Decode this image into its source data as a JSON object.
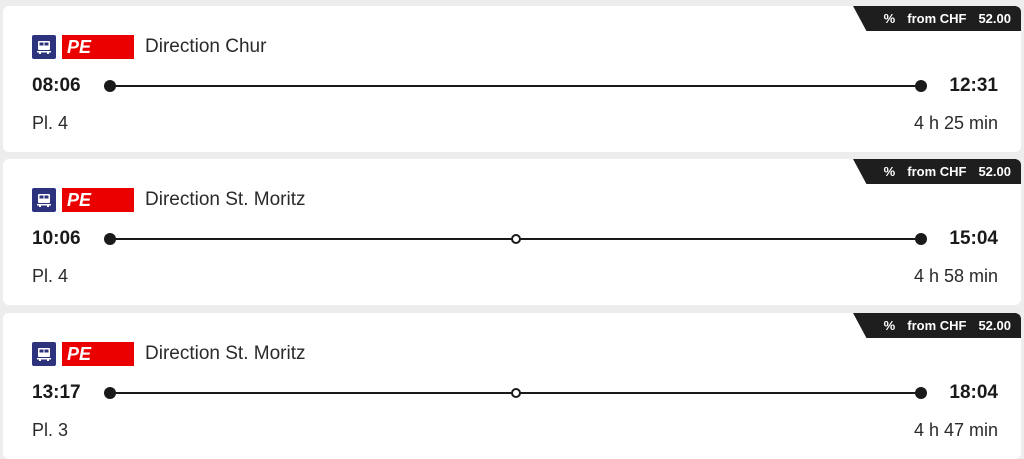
{
  "connections": [
    {
      "price": {
        "percent_symbol": "%",
        "from_label": "from CHF",
        "amount": "52.00"
      },
      "category": "PE",
      "direction": "Direction Chur",
      "departure": "08:06",
      "arrival": "12:31",
      "platform": "Pl. 4",
      "duration": "4 h 25 min",
      "has_intermediate_stop": false
    },
    {
      "price": {
        "percent_symbol": "%",
        "from_label": "from CHF",
        "amount": "52.00"
      },
      "category": "PE",
      "direction": "Direction St. Moritz",
      "departure": "10:06",
      "arrival": "15:04",
      "platform": "Pl. 4",
      "duration": "4 h 58 min",
      "has_intermediate_stop": true
    },
    {
      "price": {
        "percent_symbol": "%",
        "from_label": "from CHF",
        "amount": "52.00"
      },
      "category": "PE",
      "direction": "Direction St. Moritz",
      "departure": "13:17",
      "arrival": "18:04",
      "platform": "Pl. 3",
      "duration": "4 h 47 min",
      "has_intermediate_stop": true
    }
  ],
  "icons": {
    "transport": "train-icon"
  },
  "colors": {
    "badge_red": "#eb0000",
    "train_icon_blue": "#2d327d",
    "price_tag_bg": "#1e1e1e"
  }
}
